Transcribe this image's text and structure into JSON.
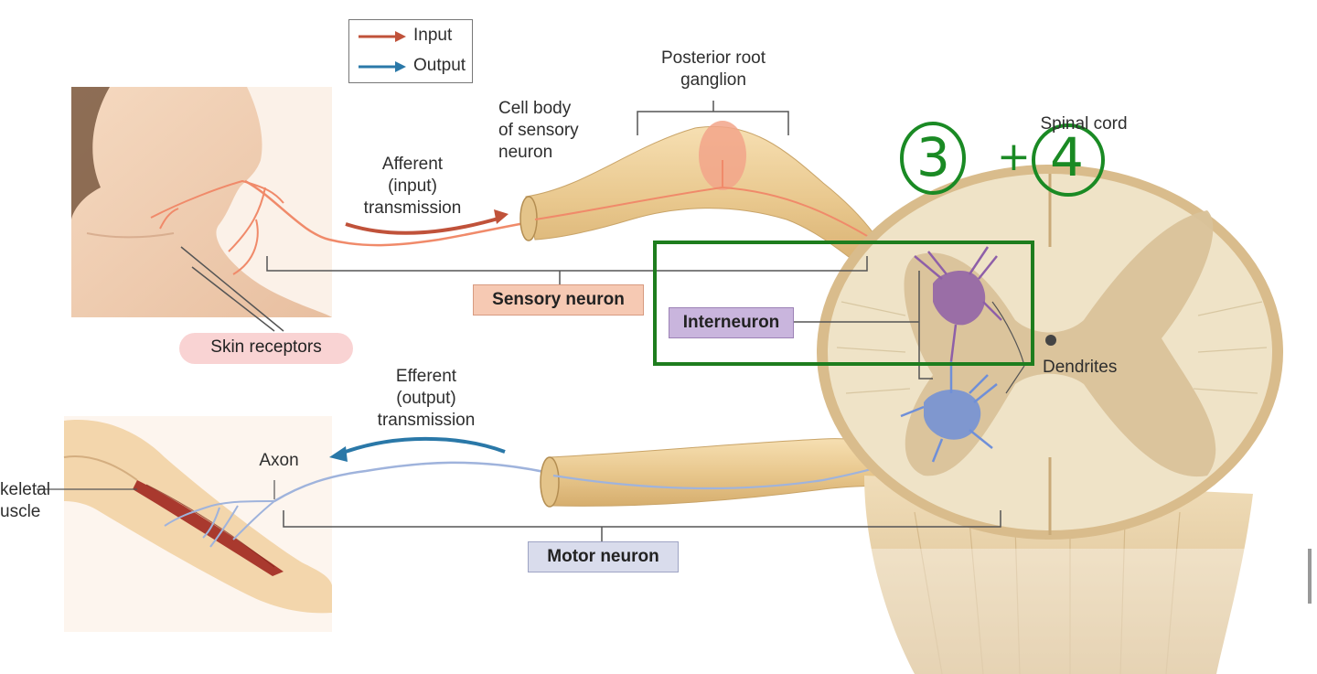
{
  "legend": {
    "input": "Input",
    "output": "Output"
  },
  "labels": {
    "posterior_root_ganglion": [
      "Posterior root",
      "ganglion"
    ],
    "cell_body": [
      "Cell body",
      "of sensory",
      "neuron"
    ],
    "afferent": [
      "Afferent",
      "(input)",
      "transmission"
    ],
    "efferent": [
      "Efferent",
      "(output)",
      "transmission"
    ],
    "spinal_cord": "Spinal cord",
    "axon": "Axon",
    "skeletal_muscle": [
      "keletal",
      "uscle"
    ],
    "dendrites": "Dendrites"
  },
  "pills": {
    "sensory_neuron": "Sensory neuron",
    "interneuron": "Interneuron",
    "motor_neuron": "Motor neuron",
    "skin_receptors": "Skin receptors"
  },
  "annotations": {
    "left_number": "3",
    "separator": "+",
    "right_number": "4",
    "color": "#1a8a24"
  },
  "colors": {
    "input_arrow": "#c0523a",
    "output_arrow": "#2a78a8",
    "sensory_pill": "#f6c9b3",
    "interneuron_pill": "#c9b5dd",
    "motor_pill": "#d9dcec",
    "skin_pill": "#f9d3d3",
    "nerve": "#eecf9a",
    "gray_matter": "#d9c29a",
    "white_matter": "#efe3c7",
    "highlight_box": "#1e7d1e"
  }
}
